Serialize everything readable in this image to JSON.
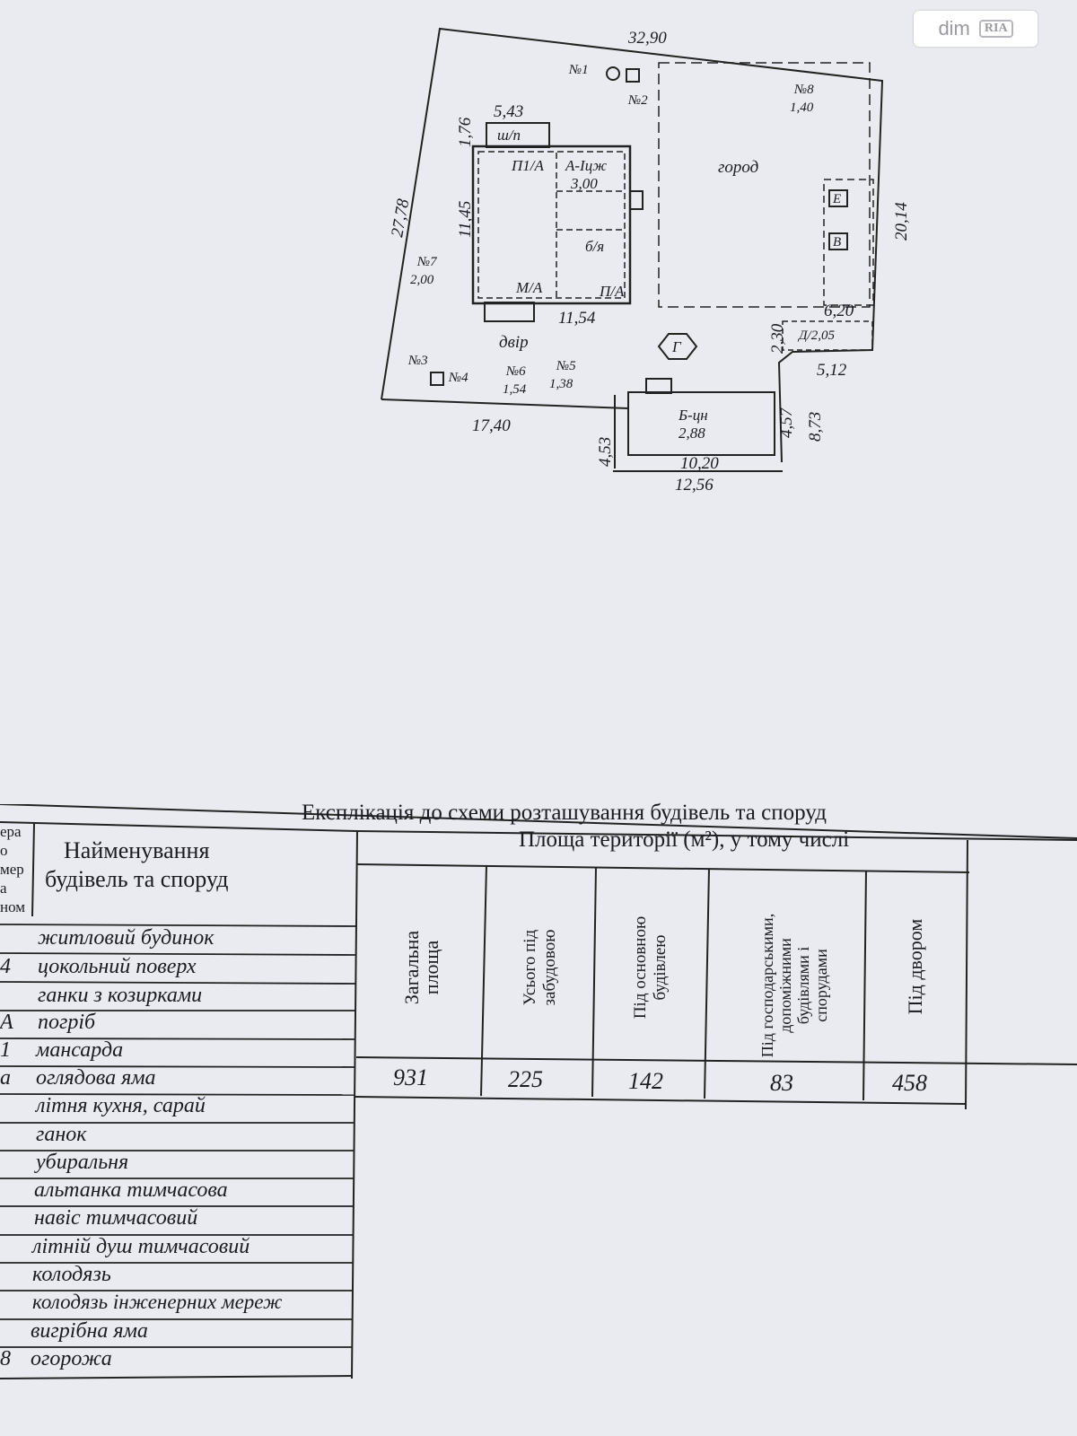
{
  "watermark": {
    "brand_left": "dim",
    "brand_right": "RIA"
  },
  "plan": {
    "dimensions": {
      "top": "32,90",
      "left": "27,78",
      "right": "20,14",
      "bottom_left": "17,40",
      "house_width": "5,43",
      "house_depth": "11,45",
      "sp_depth": "1,76",
      "house_bottom": "11,54",
      "annex": "3,00",
      "garden_w": "6,20",
      "d_side": "2,30",
      "d_bottom": "5,12",
      "b_left": "4,53",
      "b_right": "4,57",
      "b_far": "8,73",
      "b_width": "10,20",
      "b_total": "12,56"
    },
    "labels": {
      "n1": "№1",
      "n2": "№2",
      "n3": "№3",
      "n4": "№4",
      "n5": "№5",
      "n5v": "1,38",
      "n6": "№6",
      "n6v": "1,54",
      "n7": "№7",
      "n7v": "2,00",
      "n8": "№8",
      "n8v": "1,40",
      "sp": "ш/п",
      "p1a": "П1/А",
      "a1": "А-Іцж",
      "by": "б/я",
      "ma": "М/А",
      "pa": "П/А",
      "garden": "город",
      "yard": "двір",
      "g": "Г",
      "d": "Д/2,05",
      "b": "Б-цн",
      "bv": "2,88",
      "e": "Е",
      "v": "В"
    }
  },
  "explication": {
    "title": "Експлікація до схеми розташування будівель та споруд",
    "col_number": "ера\nо\nмер\nа\nном",
    "col_name": "Найменування\nбудівель та споруд",
    "area_header": "Площа території (м²), у тому числі",
    "columns": [
      "Загальна\nплоща",
      "Усього під\nзабудовою",
      "Під основною\nбудівлею",
      "Під господарськими,\nдопоміжними\nбудівлями і\nспорудами",
      "Під двором"
    ],
    "values": [
      "931",
      "225",
      "142",
      "83",
      "458"
    ],
    "rows": [
      {
        "num": "",
        "name": "житловий будинок"
      },
      {
        "num": "4",
        "name": "цокольний поверх"
      },
      {
        "num": "",
        "name": "ганки з козирками"
      },
      {
        "num": "А",
        "name": "погріб"
      },
      {
        "num": "1",
        "name": "мансарда"
      },
      {
        "num": "a",
        "name": "оглядова яма"
      },
      {
        "num": "",
        "name": "літня кухня, сарай"
      },
      {
        "num": "",
        "name": "ганок"
      },
      {
        "num": "",
        "name": "убиральня"
      },
      {
        "num": "",
        "name": "альтанка тимчасова"
      },
      {
        "num": "",
        "name": "навіс тимчасовий"
      },
      {
        "num": "",
        "name": "літній душ тимчасовий"
      },
      {
        "num": "",
        "name": "колодязь"
      },
      {
        "num": "",
        "name": "колодязь інженерних мереж"
      },
      {
        "num": "",
        "name": "вигрібна яма"
      },
      {
        "num": "8",
        "name": "огорожа"
      }
    ]
  }
}
